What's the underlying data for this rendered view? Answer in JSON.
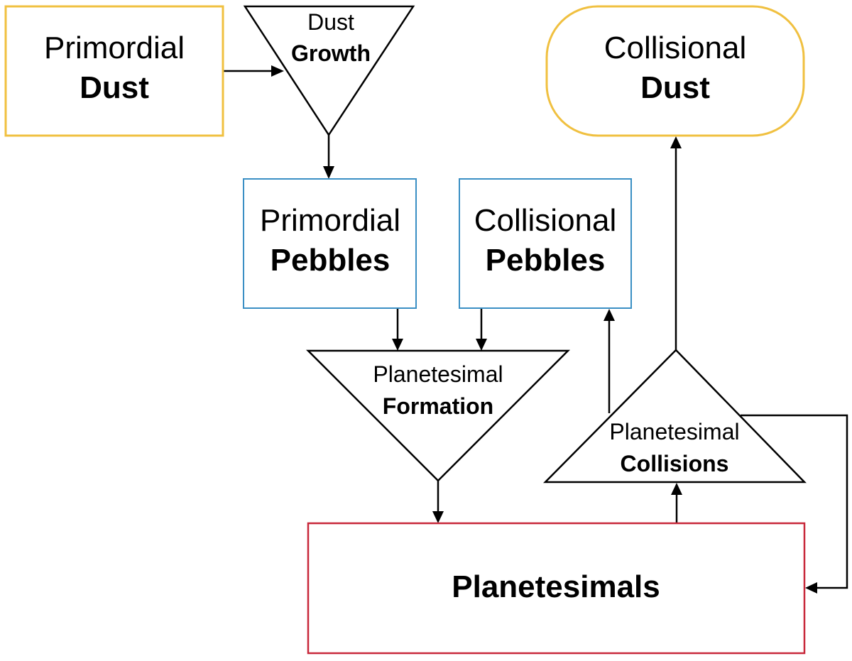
{
  "nodes": {
    "primordial_dust": {
      "line1": "Primordial",
      "line2": "Dust"
    },
    "dust_growth": {
      "line1": "Dust",
      "line2": "Growth"
    },
    "collisional_dust": {
      "line1": "Collisional",
      "line2": "Dust"
    },
    "primordial_pebbles": {
      "line1": "Primordial",
      "line2": "Pebbles"
    },
    "collisional_pebbles": {
      "line1": "Collisional",
      "line2": "Pebbles"
    },
    "planetesimal_formation": {
      "line1": "Planetesimal",
      "line2": "Formation"
    },
    "planetesimal_collisions": {
      "line1": "Planetesimal",
      "line2": "Collisions"
    },
    "planetesimals": {
      "label": "Planetesimals"
    }
  },
  "colors": {
    "dust_border": "#f0c040",
    "pebbles_border": "#3a8fc4",
    "planetesimals_border": "#c8283a",
    "lines": "#000000"
  }
}
